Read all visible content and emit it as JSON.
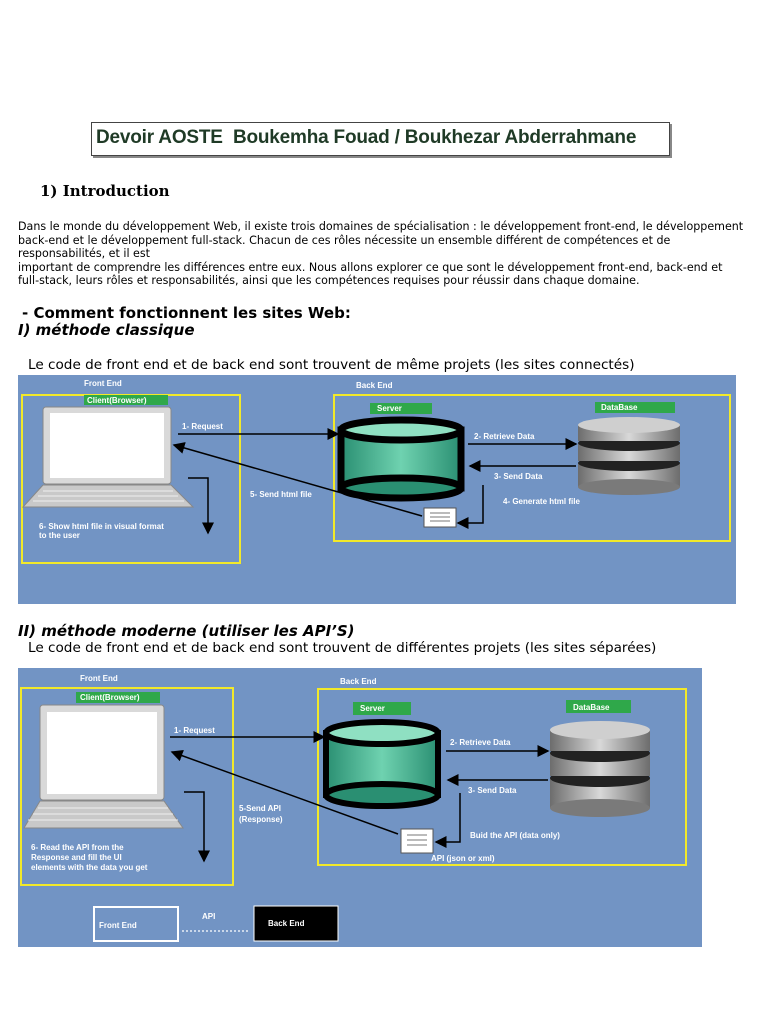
{
  "document": {
    "title_left": "Devoir AOSTE",
    "title_right": "Boukemha Fouad / Boukhezar Abderrahmane",
    "intro_heading": "1) Introduction",
    "intro_lines": [
      "Dans le monde du développement Web, il existe trois domaines de spécialisation : le développement front-end, le développement",
      "back-end et le développement full-stack. Chacun de ces rôles nécessite un ensemble différent de compétences et de",
      "responsabilités, et il est",
      "important de comprendre les différences entre eux. Nous allons explorer ce que sont le développement front-end, back-end et",
      "full-stack, leurs rôles et responsabilités, ainsi que les compétences requises pour réussir dans chaque domaine."
    ],
    "comment_heading": "- Comment fonctionnent les sites Web:",
    "classic_heading": "I) méthode classique",
    "classic_line": "Le code de  front end et de back end sont trouvent de même projets (les sites connectés)",
    "moderne_heading": "II) méthode moderne (utiliser les API’S)",
    "moderne_line": "Le code de  front end et de back end sont trouvent de différentes projets (les sites séparées)"
  },
  "diagram1": {
    "front_end": "Front End",
    "client": "Client(Browser)",
    "back_end": "Back End",
    "server": "Server",
    "database": "DataBase",
    "request": "1- Request",
    "retrieve": "2- Retrieve Data",
    "send_data": "3- Send Data",
    "generate": "4- Generate html file",
    "send_html": "5- Send html file",
    "show_1": "6- Show html file in visual format",
    "show_2": "to the user"
  },
  "diagram2": {
    "front_end": "Front End",
    "client": "Client(Browser)",
    "back_end": "Back End",
    "server": "Server",
    "database": "DataBase",
    "request": "1- Request",
    "retrieve": "2- Retrieve Data",
    "send_data": "3- Send Data",
    "build_api": "Buid the API (data only)",
    "api_format": "API (json or xml)",
    "send_api_1": "5-Send API",
    "send_api_2": "(Response)",
    "read_1": "6- Read the API from the",
    "read_2": "Response and fill the UI",
    "read_3": "elements with the data you get",
    "legend_front": "Front End",
    "legend_api": "API",
    "legend_back": "Back End"
  },
  "colors": {
    "diagram_bg": "#7294c4",
    "highlight_box": "#f2e92a",
    "label_green": "#2fa84a",
    "server_cyl": "#3fb090",
    "title_green": "#1f3a26"
  }
}
